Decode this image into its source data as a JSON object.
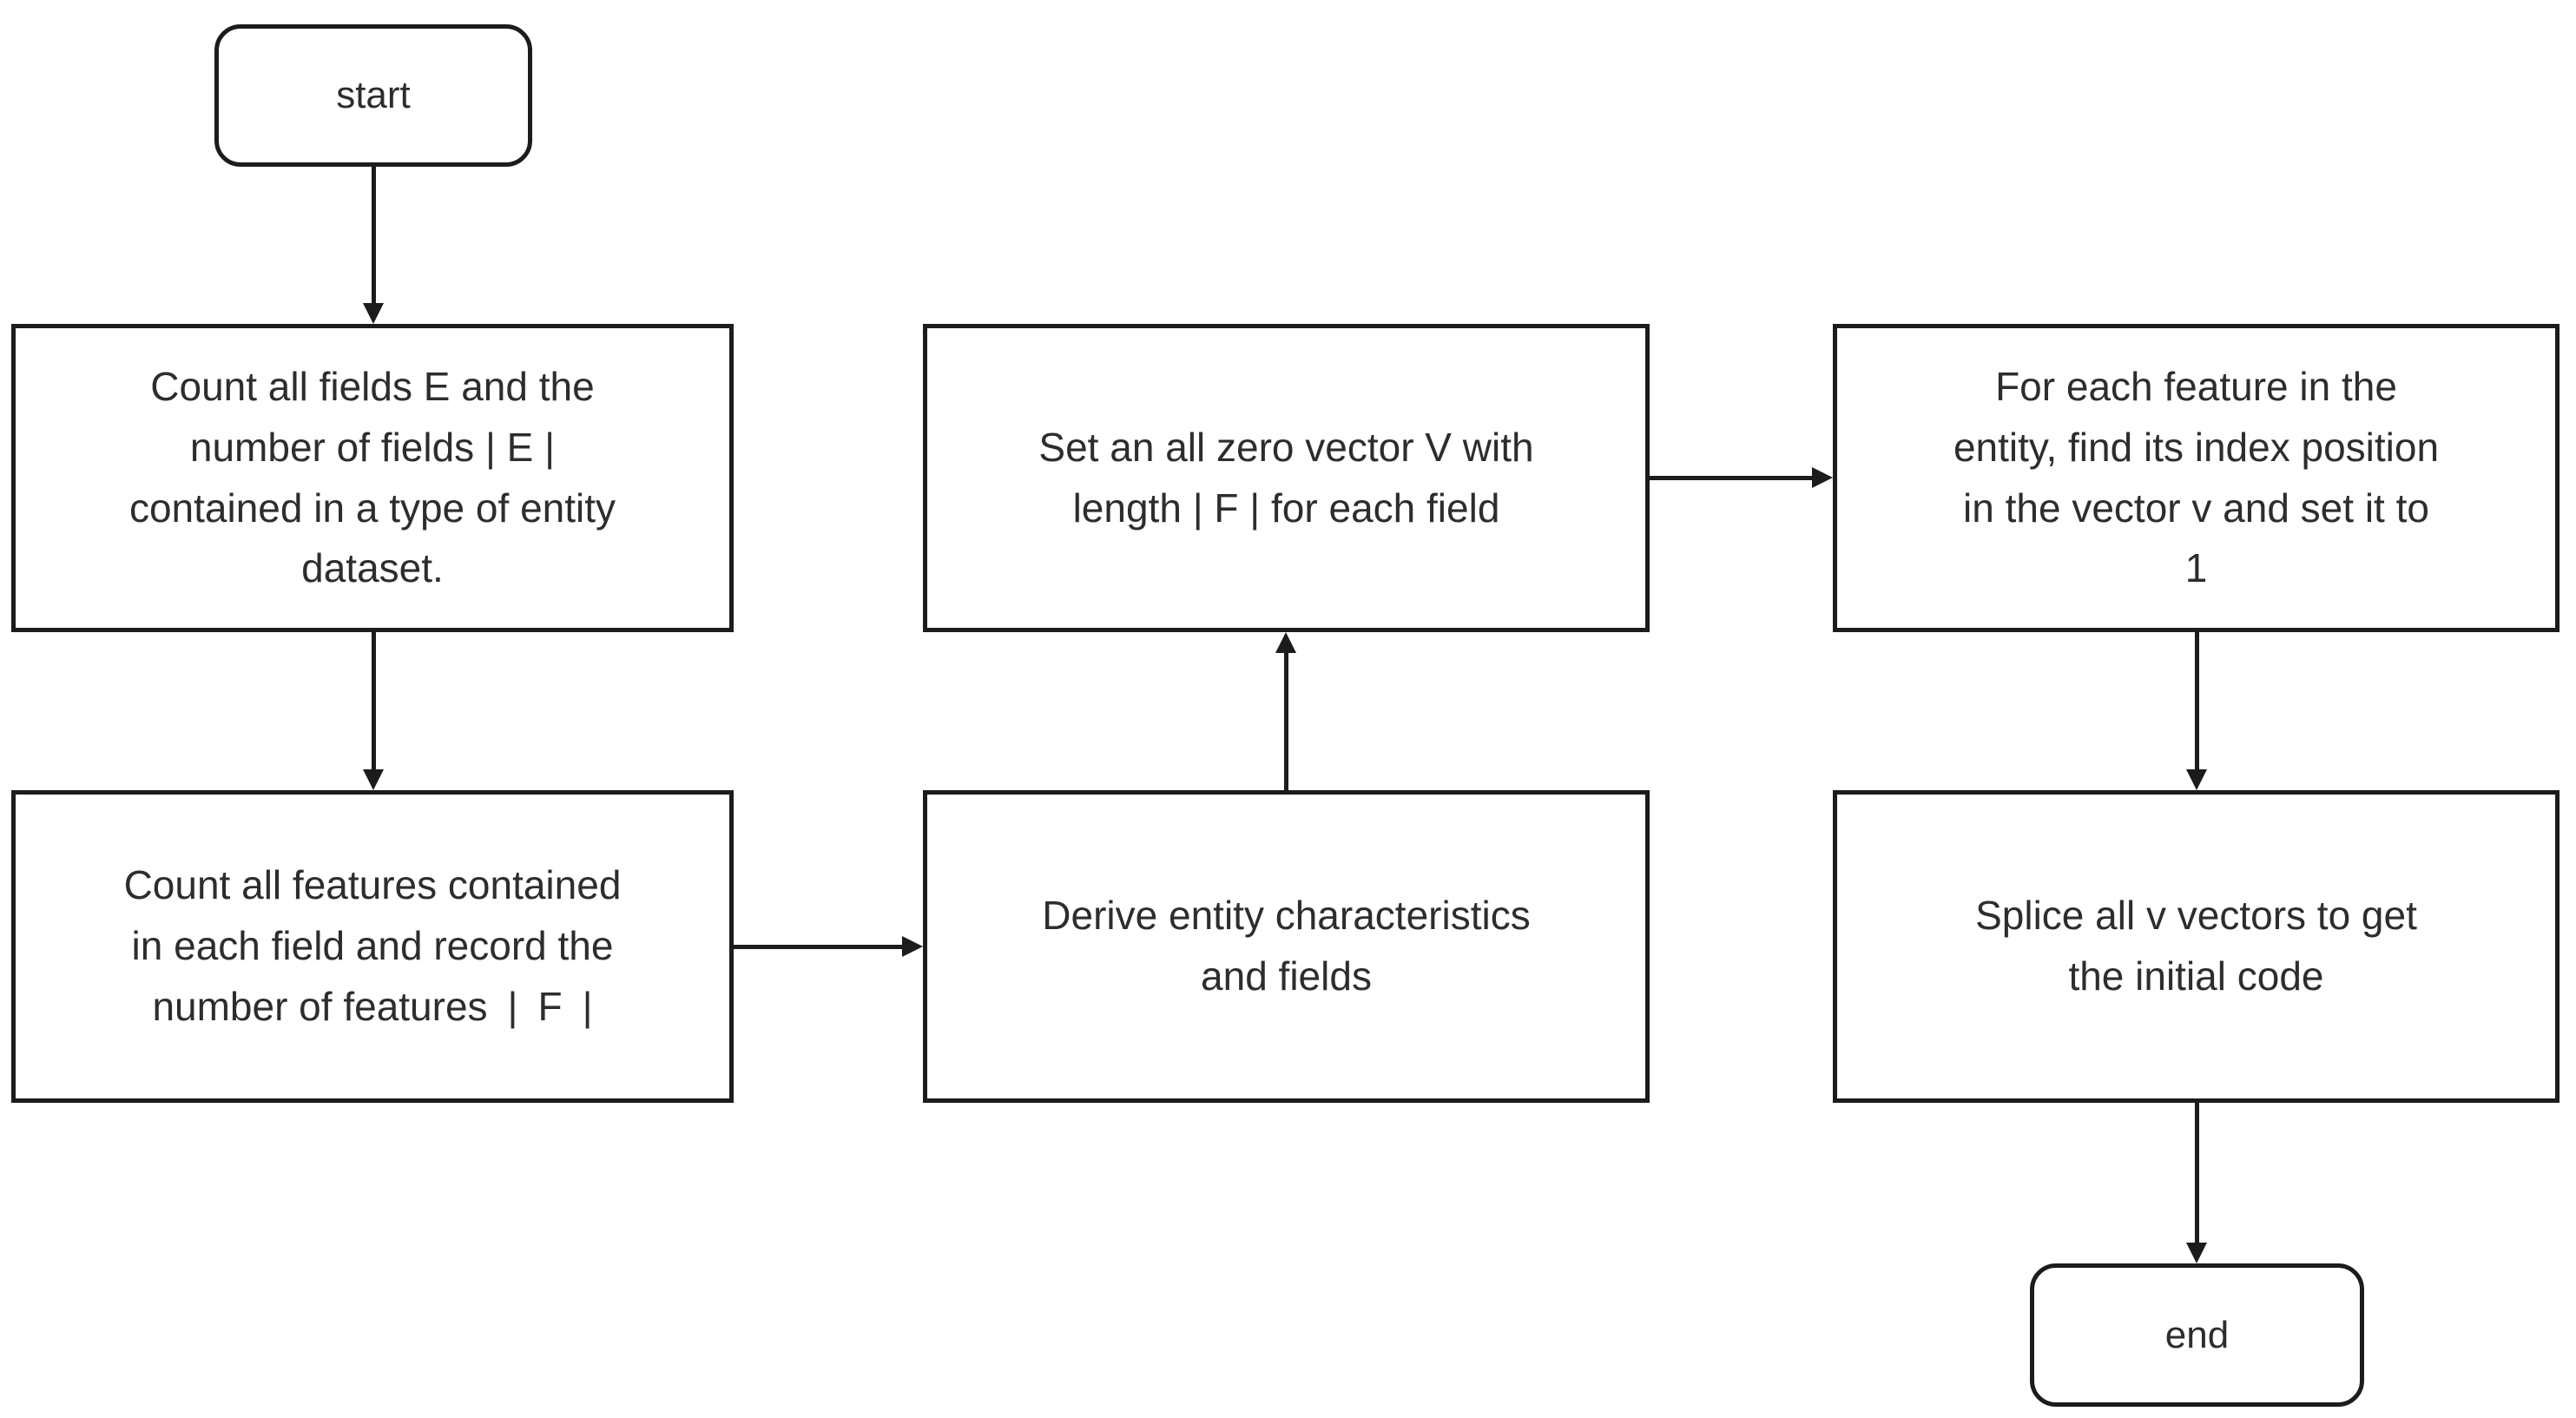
{
  "diagram": {
    "title": "initial-coding flowchart",
    "background_color": "#ffffff",
    "line_color": "#1c1c1c",
    "text_color": "#2d2d2d",
    "node_fill_color": "#ffffff",
    "nodes": {
      "start": {
        "shape": "rounded-terminal",
        "label": "start"
      },
      "count_fields": {
        "shape": "rectangle",
        "label": [
          "Count all fields E and the",
          "number of fields | E |",
          "contained in a type of entity",
          "dataset."
        ]
      },
      "count_features": {
        "shape": "rectangle",
        "label": [
          "Count all features contained",
          "in each field and record the",
          "number of features | F |"
        ]
      },
      "set_zero_vector": {
        "shape": "rectangle",
        "label": [
          "Set an all zero vector V with",
          "length | F | for each field"
        ]
      },
      "derive": {
        "shape": "rectangle",
        "label": [
          "Derive entity characteristics",
          "and fields"
        ]
      },
      "find_index": {
        "shape": "rectangle",
        "label": [
          "For each feature in the",
          "entity, find its index position",
          "in the vector v and set it to",
          "1"
        ]
      },
      "splice": {
        "shape": "rectangle",
        "label": [
          "Splice all v vectors to get",
          "the initial code"
        ]
      },
      "end": {
        "shape": "rounded-terminal",
        "label": "end"
      }
    },
    "edges": [
      {
        "from": "start",
        "to": "count_fields",
        "direction": "down"
      },
      {
        "from": "count_fields",
        "to": "count_features",
        "direction": "down"
      },
      {
        "from": "count_features",
        "to": "derive",
        "direction": "right"
      },
      {
        "from": "derive",
        "to": "set_zero_vector",
        "direction": "up"
      },
      {
        "from": "set_zero_vector",
        "to": "find_index",
        "direction": "right"
      },
      {
        "from": "find_index",
        "to": "splice",
        "direction": "down"
      },
      {
        "from": "splice",
        "to": "end",
        "direction": "down"
      }
    ]
  }
}
